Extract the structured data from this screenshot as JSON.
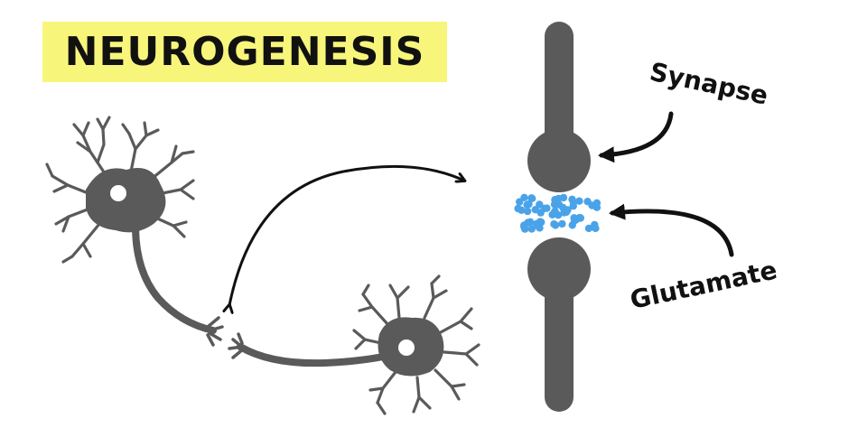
{
  "title": "NEUROGENESIS",
  "labels": {
    "synapse": "Synapse",
    "glutamate": "Glutamate"
  },
  "colors": {
    "title_highlight": "#f8f67a",
    "neuron": "#5a5a5a",
    "glutamate": "#4aa3e8",
    "arrow": "#111111"
  },
  "icons": [
    "neuron-icon",
    "synapse-terminal-icon",
    "glutamate-particles"
  ]
}
